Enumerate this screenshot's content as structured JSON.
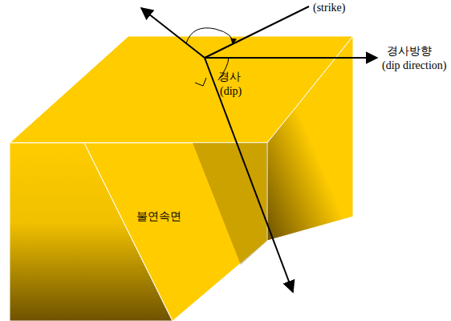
{
  "diagram": {
    "labels": [
      "(strike)",
      "경사방향",
      "(dip direction)",
      "경사",
      "(dip)",
      "불연속면"
    ]
  }
}
